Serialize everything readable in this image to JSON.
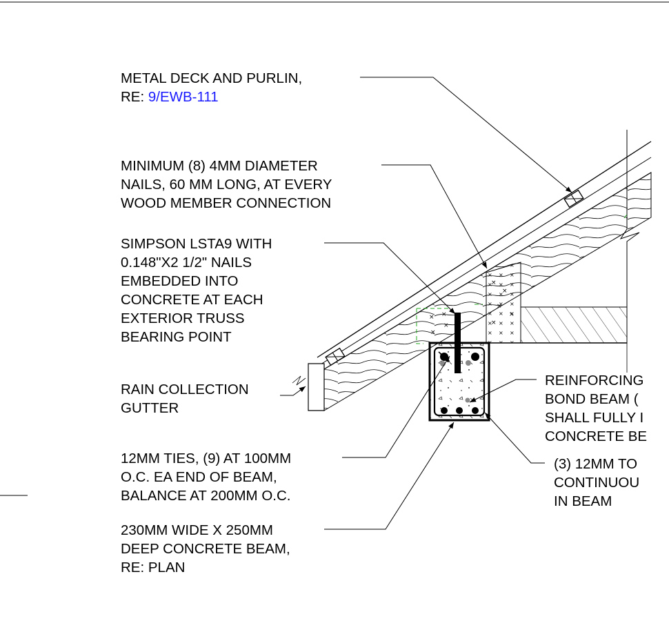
{
  "colors": {
    "line": "#000000",
    "reference_link": "#1a1aff",
    "hidden_line": "#22aa22",
    "background": "#ffffff"
  },
  "callouts": {
    "metal_deck": {
      "line1": "METAL DECK AND PURLIN,",
      "line2_prefix": "RE: ",
      "line2_ref": "9/EWB-111"
    },
    "nails": {
      "lines": [
        "MINIMUM (8) 4MM DIAMETER",
        "NAILS, 60 MM LONG, AT EVERY",
        "WOOD MEMBER CONNECTION"
      ]
    },
    "simpson": {
      "lines": [
        "SIMPSON LSTA9 WITH",
        "0.148\"X2 1/2\" NAILS",
        "EMBEDDED INTO",
        "CONCRETE AT EACH",
        "EXTERIOR TRUSS",
        "BEARING POINT"
      ]
    },
    "gutter": {
      "lines": [
        "RAIN COLLECTION",
        "GUTTER"
      ]
    },
    "ties": {
      "lines": [
        "12MM TIES, (9) AT 100MM",
        "O.C. EA END OF BEAM,",
        "BALANCE AT 200MM O.C."
      ]
    },
    "beam": {
      "lines": [
        "230MM WIDE X 250MM",
        "DEEP CONCRETE BEAM,",
        "RE: PLAN"
      ]
    },
    "reinforcing": {
      "lines": [
        "REINFORCING",
        "BOND BEAM (",
        "SHALL FULLY I",
        "CONCRETE BE"
      ]
    },
    "top_bars": {
      "lines": [
        "(3) 12MM TO",
        "CONTINUOU",
        "IN BEAM"
      ]
    }
  }
}
